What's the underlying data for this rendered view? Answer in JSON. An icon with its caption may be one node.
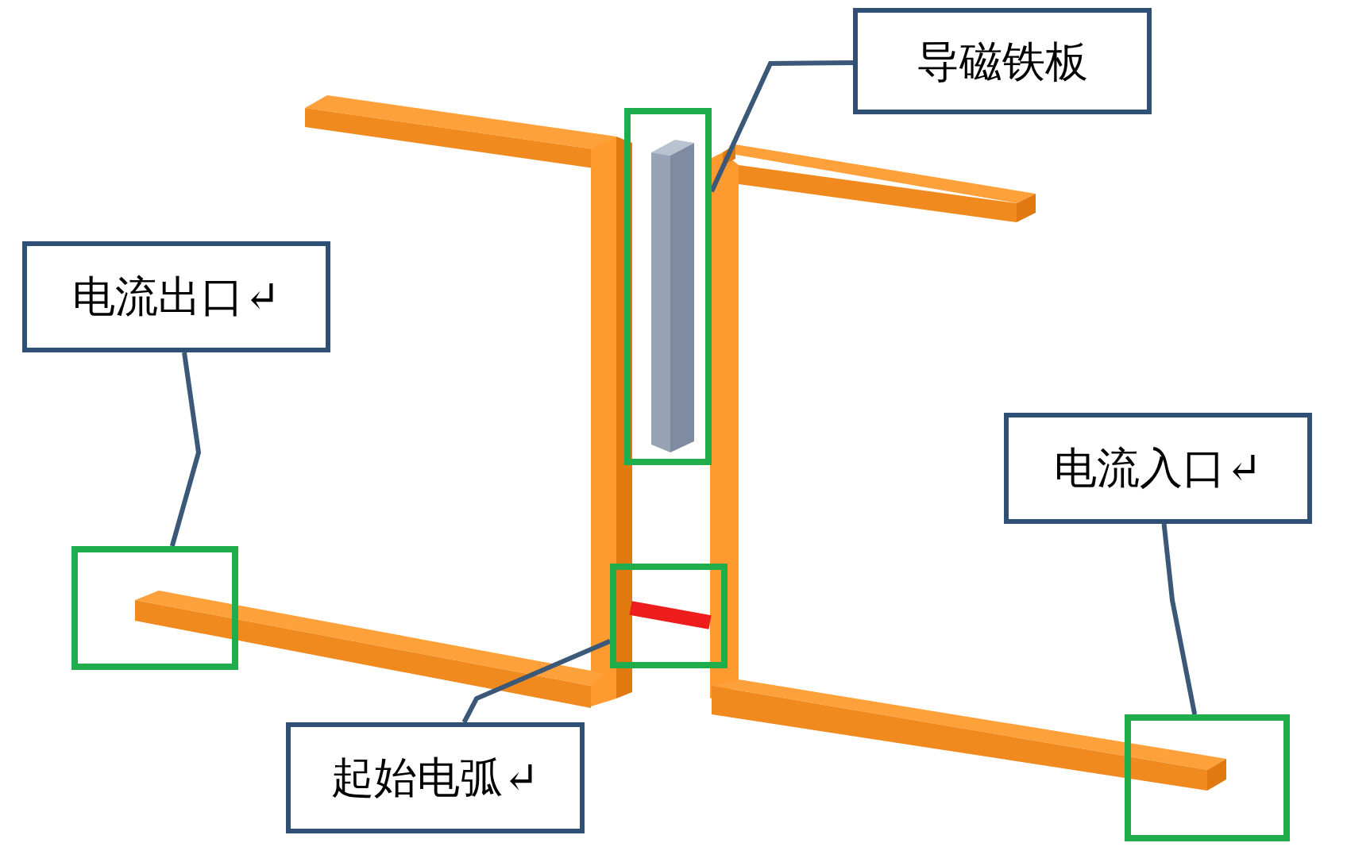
{
  "diagram": {
    "nodes": [
      {
        "text": [
          "导磁铁板"
        ]
      },
      {
        "text": [],
        "shape": "box"
      },
      {
        "text": [
          "电流出口↵"
        ]
      },
      {
        "text": [],
        "shape": "box"
      },
      {
        "text": [
          "电流入口↵"
        ]
      },
      {
        "text": [],
        "shape": "box"
      },
      {
        "text": [
          "起始电弧↵"
        ]
      },
      {
        "text": [],
        "shape": "box"
      }
    ],
    "edges": [
      {
        "from": 0,
        "to": 1,
        "arrow": "none"
      },
      {
        "from": 2,
        "to": 3,
        "arrow": "none"
      },
      {
        "from": 4,
        "to": 5,
        "arrow": "none"
      },
      {
        "from": 6,
        "to": 7,
        "arrow": "none"
      }
    ]
  }
}
